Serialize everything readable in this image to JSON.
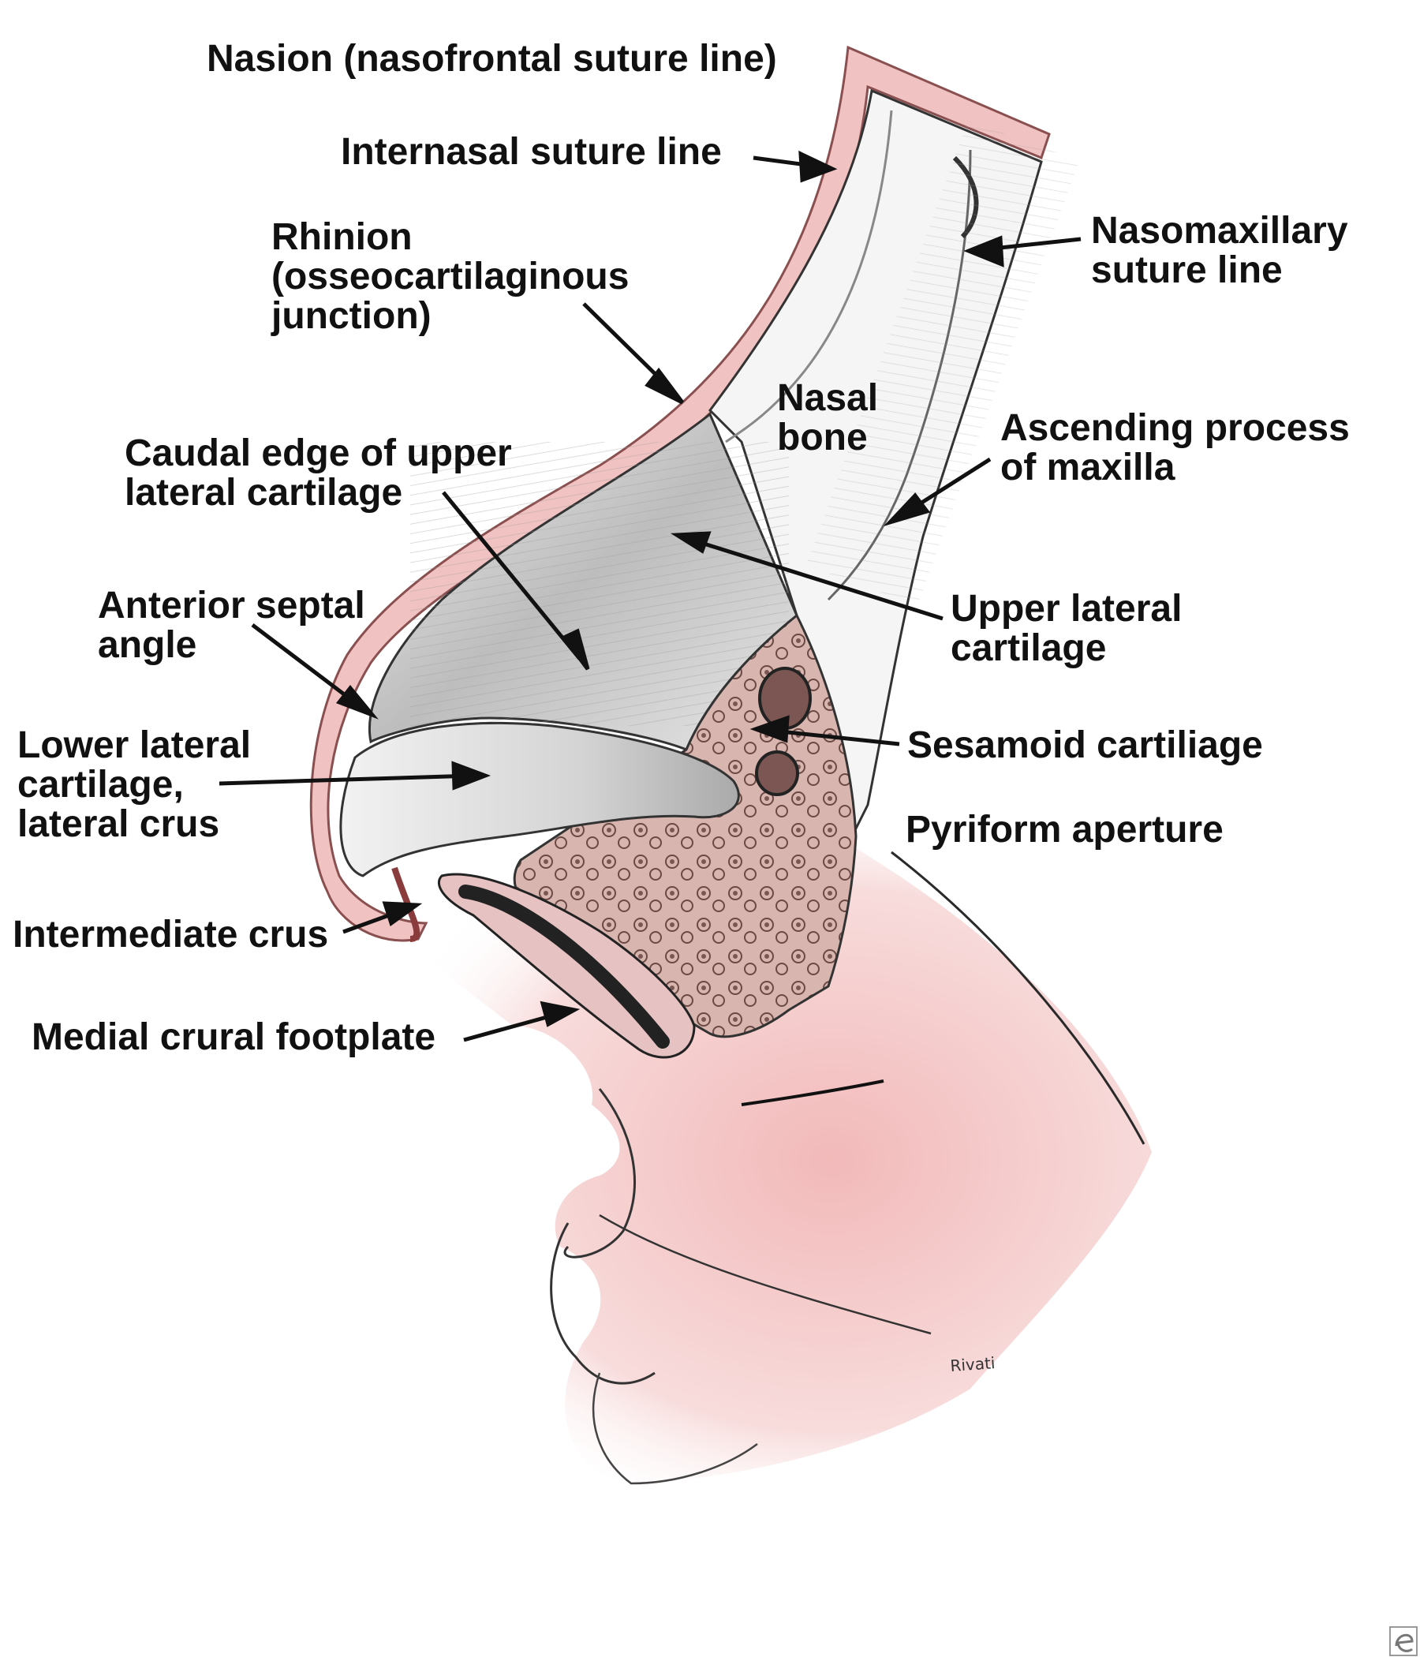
{
  "figure": {
    "labels": {
      "nasion": [
        "Nasion (nasofrontal suture line)"
      ],
      "internasal": [
        "Internasal suture line"
      ],
      "rhinion": [
        "Rhinion",
        "(osseocartilaginous",
        "junction)"
      ],
      "nasomaxillary": [
        "Nasomaxillary",
        "suture line"
      ],
      "nasal_bone": [
        "Nasal",
        "bone"
      ],
      "ascending": [
        "Ascending process",
        "of maxilla"
      ],
      "caudal_edge": [
        "Caudal edge of upper",
        "lateral cartilage"
      ],
      "septal_angle": [
        "Anterior septal",
        "angle"
      ],
      "ulc": [
        "Upper lateral",
        "cartilage"
      ],
      "sesamoid": [
        "Sesamoid cartiliage"
      ],
      "llc": [
        "Lower lateral",
        "cartilage,",
        "lateral crus"
      ],
      "pyriform": [
        "Pyriform aperture"
      ],
      "intermediate": [
        "Intermediate crus"
      ],
      "footplate": [
        "Medial crural footplate"
      ]
    },
    "artist_signature": "Rivati",
    "colors": {
      "skin": "#f3c6c6",
      "skin_edge": "#c98f8f",
      "bone": "#f4f4f4",
      "cartilage": "#d9d9d9",
      "sesamoid_tissue": "#d7b3ad",
      "ink": "#111111"
    }
  }
}
